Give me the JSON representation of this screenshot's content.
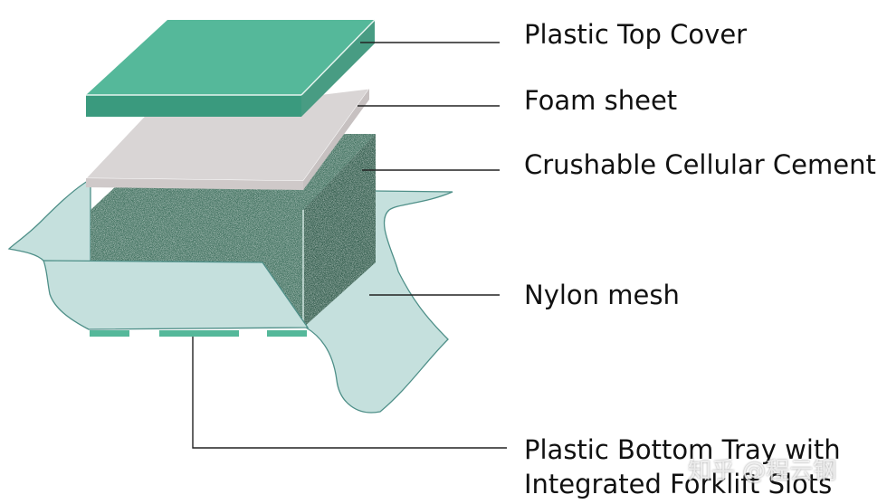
{
  "colors": {
    "teal": "#55b89a",
    "teal_dark": "#3a9a7e",
    "mesh_fill": "#c5e0dd",
    "mesh_stroke": "#4e8f88",
    "foam": "#d9d5d5",
    "cement": "#3d6e5c",
    "line": "#222222"
  },
  "labels": {
    "top_cover": "Plastic Top Cover",
    "foam_sheet": "Foam sheet",
    "cement": "Crushable Cellular Cement",
    "nylon_mesh": "Nylon mesh",
    "tray_line1": "Plastic Bottom Tray with",
    "tray_line2": "Integrated Forklift Slots"
  },
  "watermark": "知乎 @程云钢"
}
